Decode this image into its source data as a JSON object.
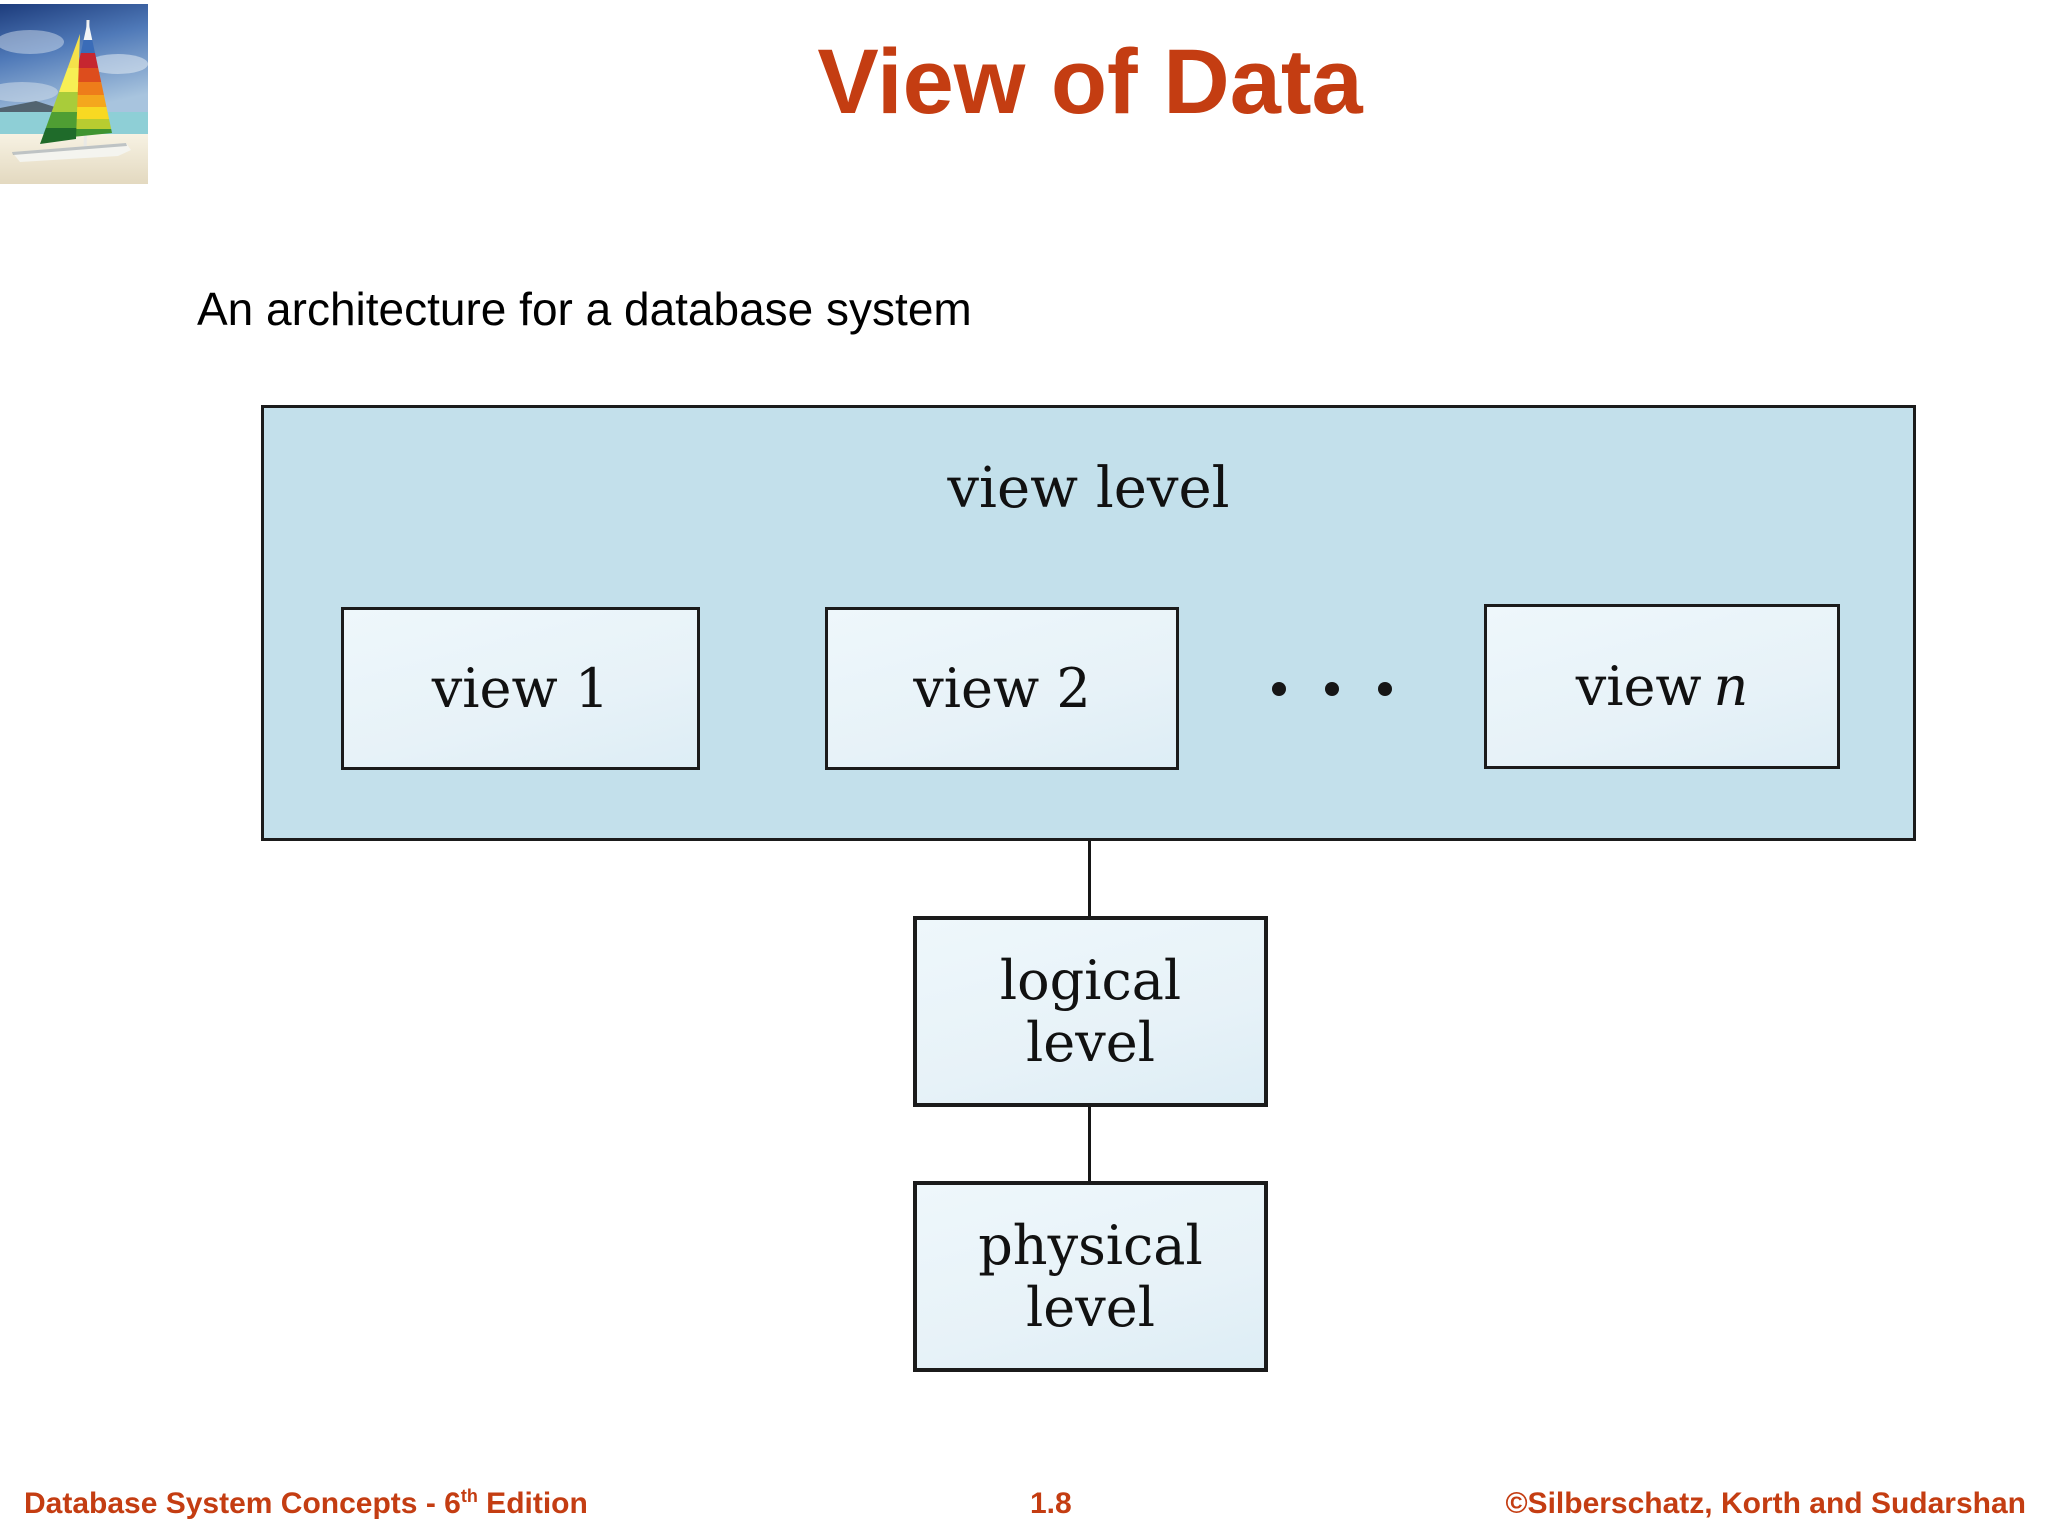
{
  "slide": {
    "title": "View of Data",
    "subtitle": "An architecture for a database system",
    "accent_color": "#C43D12"
  },
  "diagram": {
    "view_level_label": "view level",
    "view_box_1": "view 1",
    "view_box_2": "view 2",
    "view_box_n_prefix": "view",
    "view_box_n_var": "n",
    "logical_lines": [
      "logical",
      "level"
    ],
    "physical_lines": [
      "physical",
      "level"
    ],
    "colors": {
      "outer_fill": "#C3E0EB",
      "inner_fill": "#E9F4F9",
      "border": "#1B1B1B"
    }
  },
  "footer": {
    "left_prefix": "Database System Concepts - 6",
    "left_sup": "th",
    "left_suffix": " Edition",
    "page_number": "1.8",
    "right": "©Silberschatz, Korth and Sudarshan"
  },
  "logo": {
    "description": "sailboat-on-beach-photo"
  }
}
